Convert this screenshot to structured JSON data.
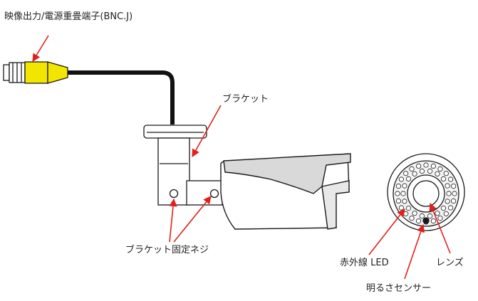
{
  "labels": {
    "video_power_connector": "映像出力/電源重畳端子(BNC.J)",
    "bracket": "ブラケット",
    "bracket_screw": "ブラケット固定ネジ",
    "ir_led": "赤外線 LED",
    "lens": "レンズ",
    "light_sensor": "明るさセンサー"
  },
  "colors": {
    "connector_yellow": "#f2e600",
    "arrow_red": "#e0201b",
    "outline": "#1a1a1a"
  }
}
